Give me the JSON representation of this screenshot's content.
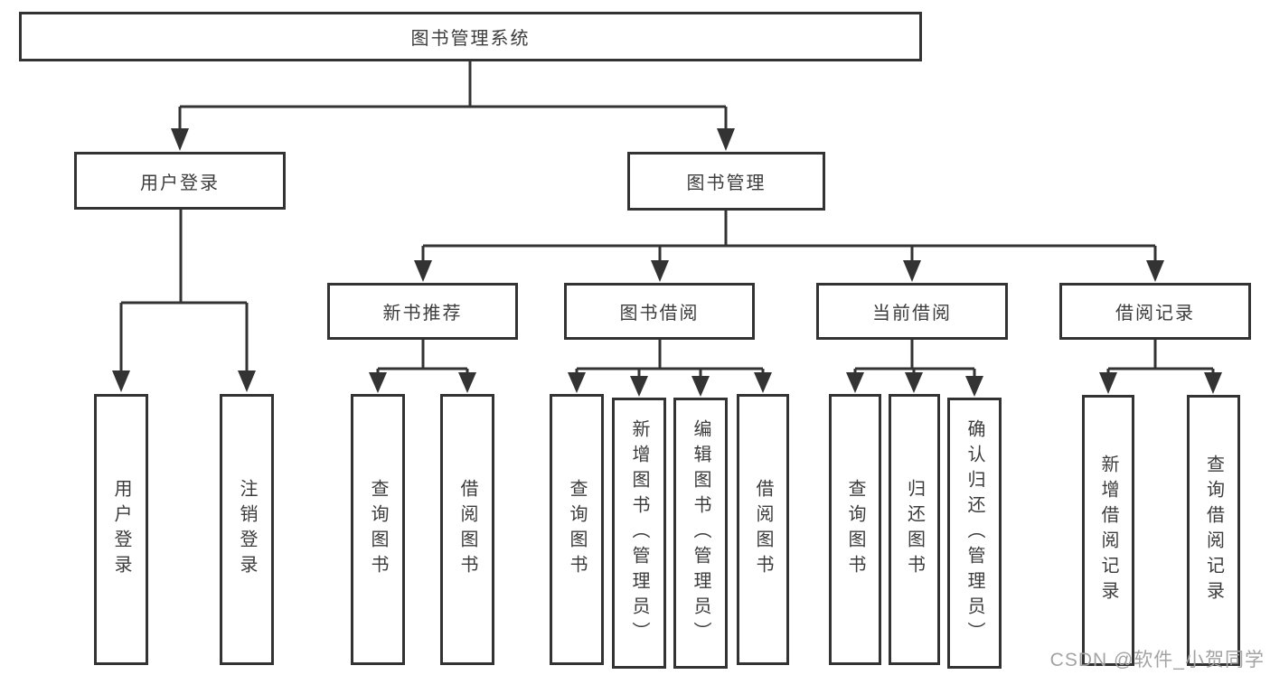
{
  "diagram": {
    "title": "图书管理系统",
    "root": {
      "label": "图书管理系统"
    },
    "branches": [
      {
        "label": "用户登录",
        "children": [
          {
            "label": "用户登录"
          },
          {
            "label": "注销登录"
          }
        ]
      },
      {
        "label": "图书管理",
        "children": [
          {
            "label": "新书推荐",
            "children": [
              {
                "label": "查询图书"
              },
              {
                "label": "借阅图书"
              }
            ]
          },
          {
            "label": "图书借阅",
            "children": [
              {
                "label": "查询图书"
              },
              {
                "label": "新增图书（管理员）"
              },
              {
                "label": "编辑图书（管理员）"
              },
              {
                "label": "借阅图书"
              }
            ]
          },
          {
            "label": "当前借阅",
            "children": [
              {
                "label": "查询图书"
              },
              {
                "label": "归还图书"
              },
              {
                "label": "确认归还（管理员）"
              }
            ]
          },
          {
            "label": "借阅记录",
            "children": [
              {
                "label": "新增借阅记录"
              },
              {
                "label": "查询借阅记录"
              }
            ]
          }
        ]
      }
    ]
  },
  "watermark": {
    "text": "CSDN @软件_小贺同学"
  },
  "colors": {
    "line": "#333333",
    "box_border": "#333333",
    "text": "#3c3c3c",
    "watermark": "#a3a3a3",
    "background": "#ffffff"
  }
}
